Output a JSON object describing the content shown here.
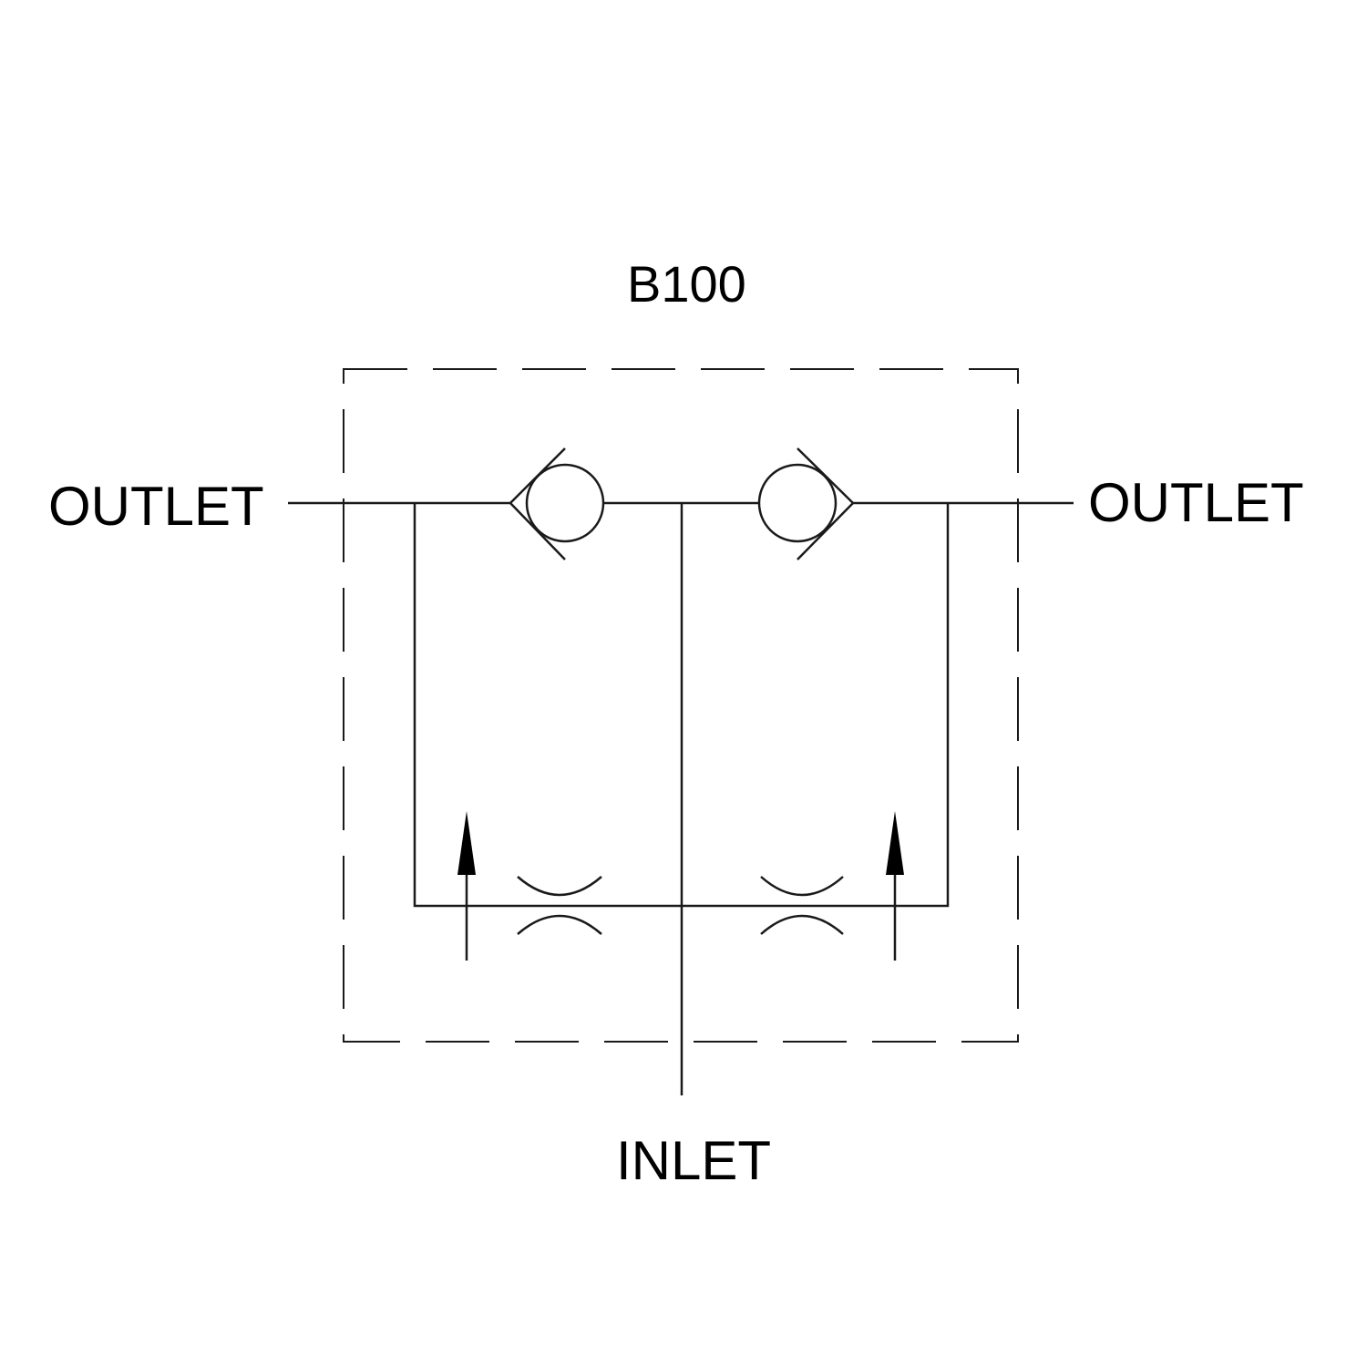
{
  "diagram": {
    "title": "B100",
    "labels": {
      "outlet_left": "OUTLET",
      "outlet_right": "OUTLET",
      "inlet": "INLET"
    },
    "components": [
      "check-valve",
      "check-valve",
      "adjustable-orifice",
      "adjustable-orifice"
    ],
    "line_color": "#1a1a1a"
  }
}
